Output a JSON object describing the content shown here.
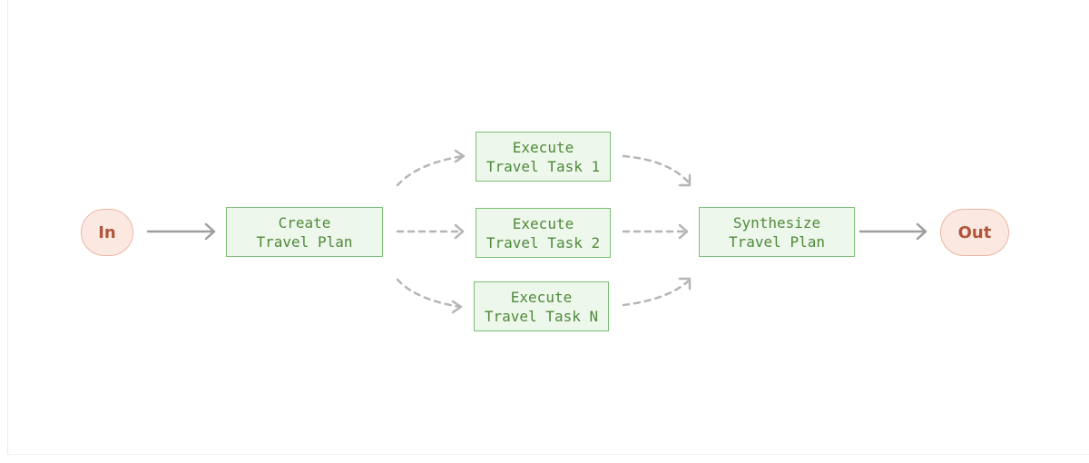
{
  "diagram": {
    "input_label": "In",
    "output_label": "Out",
    "planner": {
      "line1": "Create",
      "line2": "Travel Plan"
    },
    "tasks": [
      {
        "line1": "Execute",
        "line2": "Travel Task 1"
      },
      {
        "line1": "Execute",
        "line2": "Travel Task 2"
      },
      {
        "line1": "Execute",
        "line2": "Travel Task N"
      }
    ],
    "synthesizer": {
      "line1": "Synthesize",
      "line2": "Travel Plan"
    }
  },
  "colors": {
    "terminal_fill": "#fbe9e1",
    "terminal_border": "#eab7a4",
    "terminal_text": "#b1553a",
    "box_fill": "#eef7ec",
    "box_border": "#7cbf76",
    "box_text": "#4f8a3a",
    "solid_arrow": "#9e9e9e",
    "dashed_arrow": "#b5b5b5"
  }
}
